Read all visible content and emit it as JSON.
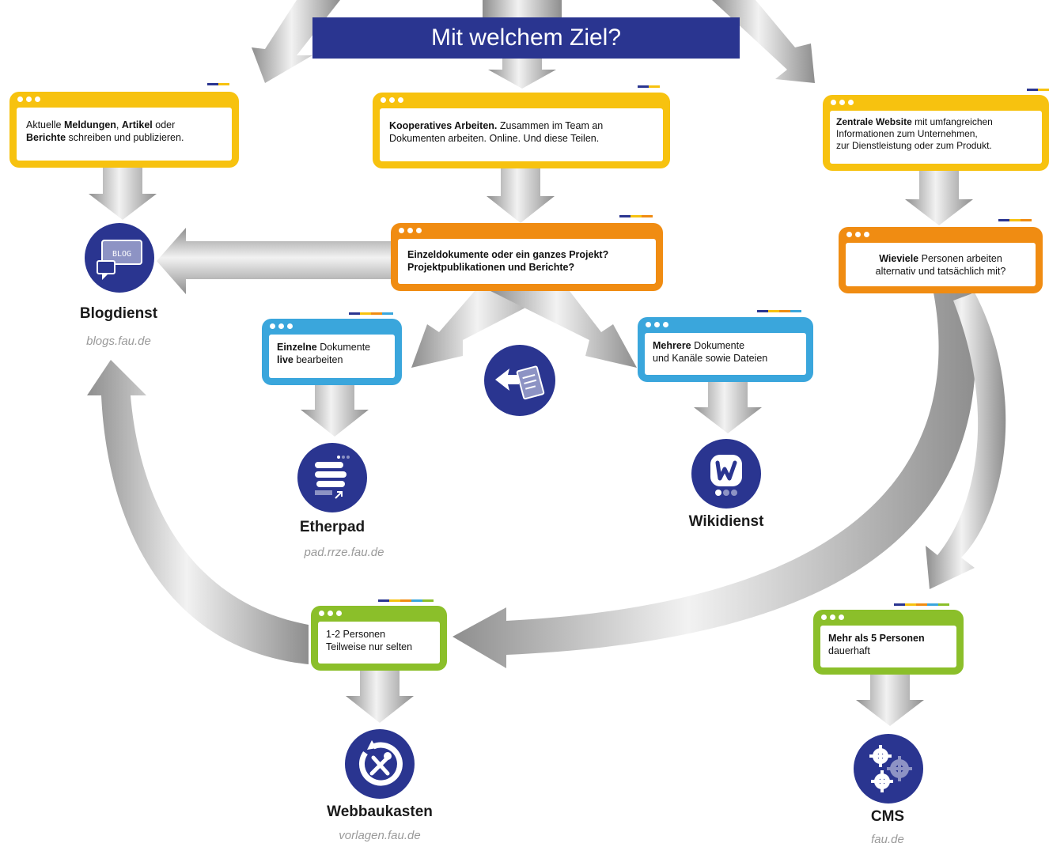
{
  "banner": {
    "title": "Mit welchem Ziel?"
  },
  "cards": {
    "blog_goal": {
      "b1": "Aktuelle ",
      "b2": "Meldungen",
      "b3": ", ",
      "b4": "Artikel",
      "b5": " oder",
      "b6": "Berichte",
      "b7": " schreiben und publizieren."
    },
    "coop_goal": {
      "b1": "Kooperatives Arbeiten.",
      "b2": " Zusammen im Team an",
      "b3": "Dokumenten arbeiten. Online. Und diese Teilen."
    },
    "web_goal": {
      "b1": "Zentrale Website",
      "b2": " mit umfangreichen",
      "b3": "Informationen zum Unternehmen,",
      "b4": "zur Dienstleistung oder zum Produkt."
    },
    "project_q": {
      "line1": "Einzeldokumente oder ein ganzes Projekt?",
      "line2": "Projektpublikationen und Berichte?"
    },
    "persons_q": {
      "b1": "Wieviele",
      "b2": " Personen arbeiten",
      "b3": "alternativ und tatsächlich mit?"
    },
    "single_doc": {
      "b1": "Einzelne",
      "b2": " Dokumente",
      "b3": "live",
      "b4": " bearbeiten"
    },
    "multi_doc": {
      "b1": "Mehrere",
      "b2": " Dokumente",
      "b3": "und Kanäle sowie Dateien"
    },
    "few_persons": {
      "line1": "1-2 Personen",
      "line2": "Teilweise nur selten"
    },
    "many_persons": {
      "line1": "Mehr als 5 Personen",
      "line2": "dauerhaft"
    }
  },
  "services": {
    "blog": {
      "name": "Blogdienst",
      "url": "blogs.fau.de",
      "icon_text": "BLOG"
    },
    "etherpad": {
      "name": "Etherpad",
      "url": "pad.rrze.fau.de"
    },
    "wiki": {
      "name": "Wikidienst"
    },
    "webbaukasten": {
      "name": "Webbaukasten",
      "url": "vorlagen.fau.de"
    },
    "cms": {
      "name": "CMS",
      "url": "fau.de"
    }
  },
  "colors": {
    "navy": "#2a3590",
    "yellow": "#f7c20f",
    "orange": "#f08c12",
    "blue": "#3aa6dc",
    "green": "#8bbf2a",
    "arrow_gray": "#b5b5b5"
  }
}
